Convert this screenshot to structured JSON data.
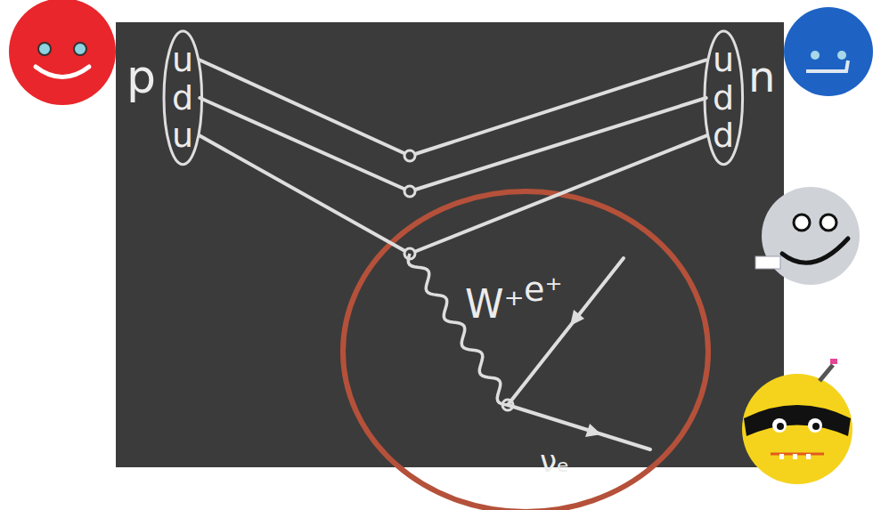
{
  "diagram": {
    "nodes": [
      {
        "text": [
          "u d u"
        ]
      },
      {
        "text": [
          "u d d"
        ]
      }
    ],
    "edges": [
      {
        "from": 0,
        "to": 1,
        "arrow": "none"
      },
      {
        "from": 0,
        "to": 1,
        "arrow": "none"
      },
      {
        "from": 0,
        "to": 1,
        "arrow": "none"
      }
    ],
    "labels": [
      "p",
      "n",
      "W⁺",
      "e⁺",
      "νₑ"
    ]
  }
}
